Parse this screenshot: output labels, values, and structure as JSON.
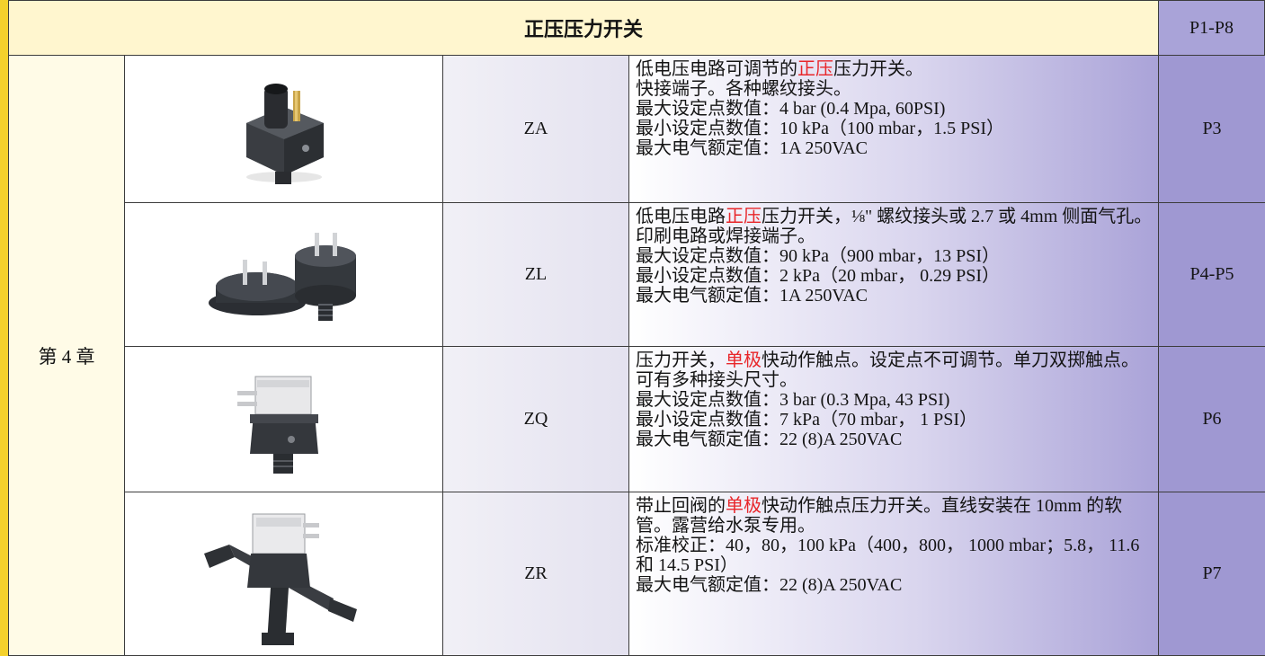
{
  "header": {
    "title": "正压压力开关",
    "page_range": "P1-P8"
  },
  "chapter": "第 4 章",
  "rows": [
    {
      "model": "ZA",
      "page": "P3",
      "lines": [
        {
          "pre": "低电压电路可调节的",
          "hl": "正压",
          "post": "压力开关。"
        },
        {
          "pre": "快接端子。各种螺纹接头。",
          "hl": "",
          "post": ""
        },
        {
          "pre": "最大设定点数值：4 bar (0.4 Mpa, 60PSI)",
          "hl": "",
          "post": ""
        },
        {
          "pre": "最小设定点数值：10 kPa（100 mbar，1.5 PSI）",
          "hl": "",
          "post": ""
        },
        {
          "pre": "最大电气额定值：1A 250VAC",
          "hl": "",
          "post": ""
        }
      ]
    },
    {
      "model": "ZL",
      "page": "P4-P5",
      "lines": [
        {
          "pre": "低电压电路",
          "hl": "正压",
          "post": "压力开关，⅛\" 螺纹接头或 2.7 或 4mm 侧面气孔。印刷电路或焊接端子。"
        },
        {
          "pre": "最大设定点数值：90 kPa（900 mbar，13 PSI）",
          "hl": "",
          "post": ""
        },
        {
          "pre": "最小设定点数值：2 kPa（20 mbar， 0.29 PSI）",
          "hl": "",
          "post": ""
        },
        {
          "pre": "最大电气额定值：1A 250VAC",
          "hl": "",
          "post": ""
        }
      ]
    },
    {
      "model": "ZQ",
      "page": "P6",
      "lines": [
        {
          "pre": "压力开关，",
          "hl": "单极",
          "post": "快动作触点。设定点不可调节。单刀双掷触点。可有多种接头尺寸。"
        },
        {
          "pre": "最大设定点数值：3 bar (0.3 Mpa, 43 PSI)",
          "hl": "",
          "post": ""
        },
        {
          "pre": "最小设定点数值：7 kPa（70 mbar， 1 PSI）",
          "hl": "",
          "post": ""
        },
        {
          "pre": "最大电气额定值：22 (8)A 250VAC",
          "hl": "",
          "post": ""
        }
      ]
    },
    {
      "model": "ZR",
      "page": "P7",
      "lines": [
        {
          "pre": "带止回阀的",
          "hl": "单极",
          "post": "快动作触点压力开关。直线安装在 10mm 的软管。露营给水泵专用。"
        },
        {
          "pre": "标准校正：40，80，100 kPa（400，800， 1000 mbar；5.8， 11.6 和 14.5 PSI）",
          "hl": "",
          "post": ""
        },
        {
          "pre": "最大电气额定值：22 (8)A 250VAC",
          "hl": "",
          "post": ""
        }
      ]
    }
  ]
}
